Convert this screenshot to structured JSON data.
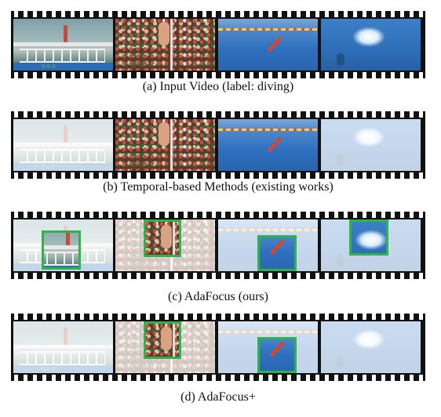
{
  "rows": [
    {
      "caption": "(a) Input Video (label: diving)"
    },
    {
      "caption": "(b) Temporal-based Methods (existing works)"
    },
    {
      "caption": "(c) AdaFocus (ours)"
    },
    {
      "caption": "(d) AdaFocus+"
    }
  ],
  "colors": {
    "highlight": "#2fb34a",
    "film": "#111111"
  }
}
